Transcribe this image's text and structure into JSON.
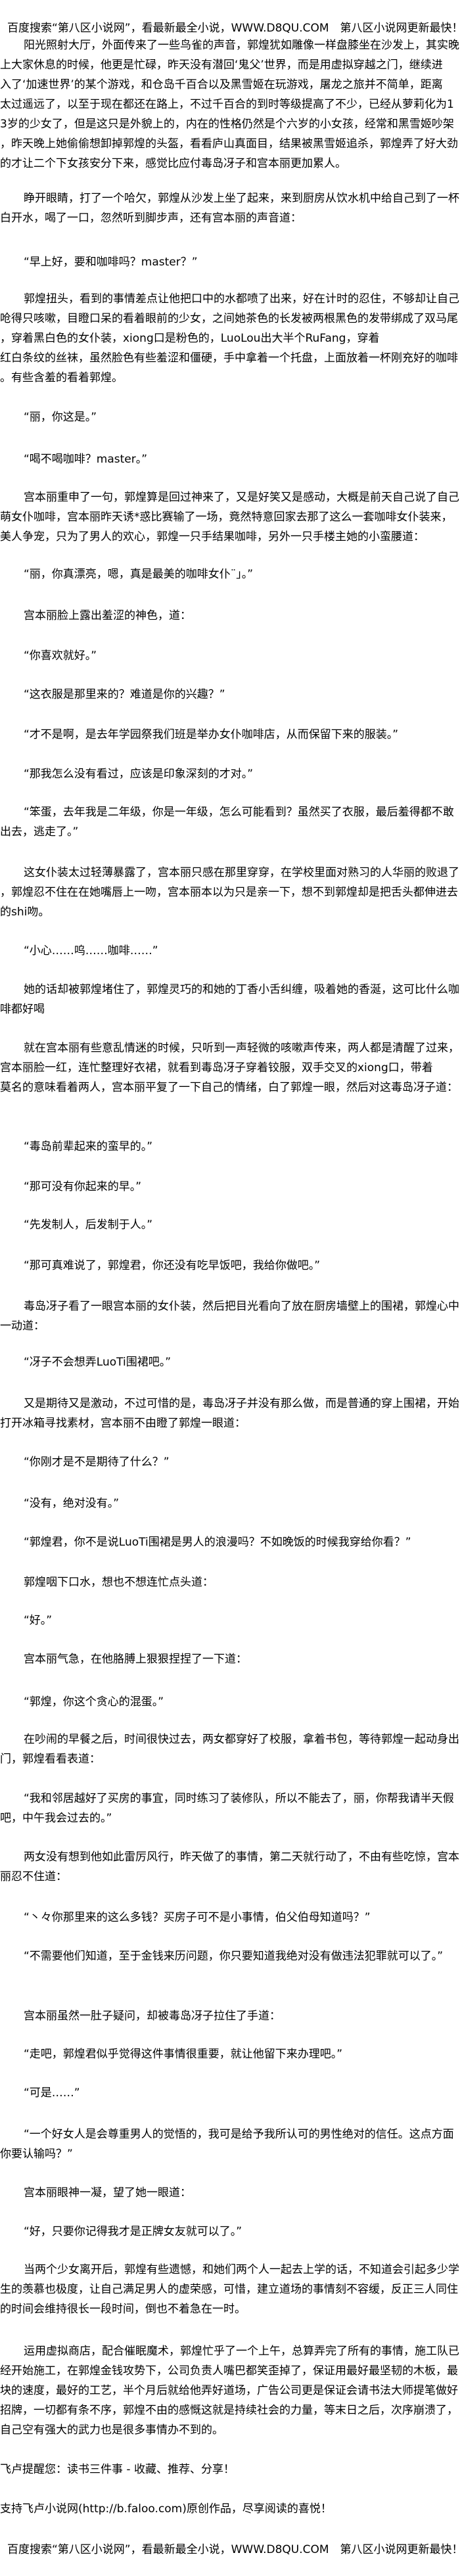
{
  "header_notice": "百度搜索“第八区小说网”，看最新最全小说，WWW.D8QU.COM　第八区小说网更新最快！",
  "paragraphs": [
    {
      "lines": [
        "阳光照射大厅，外面传来了一些鸟雀的声音，郭煌犹如雕像一样盘膝坐在沙发上，其实晚",
        "上大家休息的时候，他更是忙碌，昨天没有潜回‘鬼父’世界，而是用虚拟穿越之门，继续进",
        "入了‘加速世界’的某个游戏，和仓岛千百合以及黑雪姬在玩游戏，屠龙之旅并不简单，距离",
        "太过遥远了，以至于现在都还在路上，不过千百合的到时等级提高了不少，已经从萝莉化为1",
        "3岁的少女了，但是这只是外貌上的，内在的性格仍然是个六岁的小女孩，经常和黑雪姬吵架",
        "，昨天晚上她偷偷想卸掉郭煌的头盔，看看庐山真面目，结果被黑雪姬追杀，郭煌弄了好大劲",
        "的才让二个下女孩安分下来，感觉比应付毒岛冴子和宫本丽更加累人。"
      ]
    },
    {
      "lines": [
        "睁开眼睛，打了一个哈欠，郭煌从沙发上坐了起来，来到厨房从饮水机中给自己到了一杯",
        "白开水，喝了一口，忽然听到脚步声，还有宫本丽的声音道："
      ]
    },
    {
      "lines": [
        "“早上好，要和咖啡吗？master？”"
      ]
    },
    {
      "lines": [
        "郭煌扭头，看到的事情差点让他把口中的水都喷了出来，好在计时的忍住，不够却让自己",
        "呛得只咳嗽，目瞪口呆的看着眼前的少女，之间她茶色的长发被两根黑色的发带绑成了双马尾",
        "，穿着黑白色的女仆装，xiong口是粉色的，LuoLou出大半个RuFang，穿着",
        "红白条纹的丝袜，虽然脸色有些羞涩和僵硬，手中拿着一个托盘，上面放着一杯刚充好的咖啡",
        "。有些含羞的看着郭煌。"
      ]
    },
    {
      "lines": [
        "“丽，你这是。”"
      ]
    },
    {
      "lines": [
        "“喝不喝咖啡？master。”"
      ]
    },
    {
      "lines": [
        "宫本丽重申了一句，郭煌算是回过神来了，又是好笑又是感动，大概是前天自己说了自己",
        "萌女仆咖啡，宫本丽昨天诱*惑比赛输了一场，竟然特意回家去那了这么一套咖啡女仆装来，",
        "美人争宠，只为了男人的欢心，郭煌一只手结果咖啡，另外一只手楼主她的小蛮腰道："
      ]
    },
    {
      "lines": [
        "“丽，你真漂亮，嗯，真是最美的咖啡女仆¨｣。”"
      ]
    },
    {
      "lines": [
        "宫本丽脸上露出羞涩的神色，道："
      ]
    },
    {
      "lines": [
        "“你喜欢就好。”"
      ]
    },
    {
      "lines": [
        "“这衣服是那里来的？难道是你的兴趣？”"
      ]
    },
    {
      "lines": [
        "“才不是啊，是去年学园祭我们班是举办女仆咖啡店，从而保留下来的服装。”"
      ]
    },
    {
      "lines": [
        "“那我怎么没有看过，应该是印象深刻的才对。”"
      ]
    },
    {
      "lines": [
        "“笨蛋，去年我是二年级，你是一年级，怎么可能看到？虽然买了衣服，最后羞得都不敢",
        "出去，逃走了。”"
      ]
    },
    {
      "lines": [
        "这女仆装太过轻薄暴露了，宫本丽只感在那里穿穿，在学校里面对熟习的人华丽的败退了",
        "，郭煌忍不住在在她嘴唇上一吻，宫本丽本以为只是亲一下，想不到郭煌却是把舌头都伸进去",
        "的shi吻。"
      ]
    },
    {
      "lines": [
        "“小心……呜……咖啡……”"
      ]
    },
    {
      "lines": [
        "她的话却被郭煌堵住了，郭煌灵巧的和她的丁香小舌纠缠，吸着她的香涎，这可比什么咖",
        "啡都好喝"
      ]
    },
    {
      "lines": [
        "就在宫本丽有些意乱情迷的时候，只听到一声轻微的咳嗽声传来，两人都是清醒了过来，",
        "宫本丽脸一红，连忙整理好衣裙，就看到毒岛冴子穿着铰服，双手交叉的xiong口，带着",
        "莫名的意味看着两人，宫本丽平复了一下自己的情绪，白了郭煌一眼，然后对这毒岛冴子道："
      ]
    },
    {
      "lines": [
        "“毒岛前辈起来的蛮早的。”"
      ]
    },
    {
      "lines": [
        "“那可没有你起来的早。”"
      ]
    },
    {
      "lines": [
        "“先发制人，后发制于人。”"
      ]
    },
    {
      "lines": [
        "“那可真难说了，郭煌君，你还没有吃早饭吧，我给你做吧。”"
      ]
    },
    {
      "lines": [
        "毒岛冴子看了一眼宫本丽的女仆装，然后把目光看向了放在厨房墙壁上的围裙，郭煌心中",
        "一动道："
      ]
    },
    {
      "lines": [
        "“冴子不会想弄LuoTi围裙吧。”"
      ]
    },
    {
      "lines": [
        "又是期待又是激动，不过可惜的是，毒岛冴子并没有那么做，而是普通的穿上围裙，开始",
        "打开冰箱寻找素材，宫本丽不由瞪了郭煌一眼道："
      ]
    },
    {
      "lines": [
        "“你刚才是不是期待了什么？”"
      ]
    },
    {
      "lines": [
        "“没有，绝对没有。”"
      ]
    },
    {
      "lines": [
        "“郭煌君，你不是说LuoTi围裙是男人的浪漫吗？不如晚饭的时候我穿给你看？”"
      ]
    },
    {
      "lines": [
        "郭煌咽下口水，想也不想连忙点头道："
      ]
    },
    {
      "lines": [
        "“好。”"
      ]
    },
    {
      "lines": [
        "宫本丽气急，在他胳膊上狠狠捏捏了一下道："
      ]
    },
    {
      "lines": [
        "“郭煌，你这个贪心的混蛋。”"
      ]
    },
    {
      "lines": [
        "在吵闹的早餐之后，时间很快过去，两女都穿好了校服，拿着书包，等待郭煌一起动身出",
        "门，郭煌看看表道："
      ]
    },
    {
      "lines": [
        "“我和邻居越好了买房的事宜，同时练习了装修队，所以不能去了，丽，你帮我请半天假",
        "吧，中午我会过去的。”"
      ]
    },
    {
      "lines": [
        "两女没有想到他如此雷厉风行，昨天做了的事情，第二天就行动了，不由有些吃惊，宫本",
        "丽忍不住道："
      ]
    },
    {
      "lines": [
        "“丶々你那里来的这么多钱？买房子可不是小事情，伯父伯母知道吗？”"
      ]
    },
    {
      "lines": [
        "“不需要他们知道，至于金钱来历问题，你只要知道我绝对没有做违法犯罪就可以了。”"
      ]
    },
    {
      "lines": [
        "宫本丽虽然一肚子疑问，却被毒岛冴子拉住了手道："
      ]
    },
    {
      "lines": [
        "“走吧，郭煌君似乎觉得这件事情很重要，就让他留下来办理吧。”"
      ]
    },
    {
      "lines": [
        "“可是……”"
      ]
    },
    {
      "lines": [
        "“一个好女人是会尊重男人的觉悟的，我可是给予我所认可的男性绝对的信任。这点方面",
        "你要认输吗？”"
      ]
    },
    {
      "lines": [
        "宫本丽眼神一凝，望了她一眼道："
      ]
    },
    {
      "lines": [
        "“好，只要你记得我才是正牌女友就可以了。”"
      ]
    },
    {
      "lines": [
        "当两个少女离开后，郭煌有些遗憾，和她们两个人一起去上学的话，不知道会引起多少学",
        "生的羡慕也极度，让自己满足男人的虚荣感，可惜，建立道场的事情刻不容缓，反正三人同住",
        "的时间会维持很长一段时间，倒也不着急在一时。"
      ]
    },
    {
      "lines": [
        "运用虚拟商店，配合催眠魔术，郭煌忙乎了一个上午，总算弄完了所有的事情，施工队已",
        "经开始施工，在郭煌金钱攻势下，公司负责人嘴巴都笑歪掉了，保证用最好最坚韧的木板，最",
        "块的速度，最好的工艺，半个月后就给他弄好道场，广告公司更是保证会请书法大师提笔做好",
        "招牌，一切都有条不序，郭煌不由的感慨这就是持续社会的力量，等末日之后，次序崩溃了，",
        "自己空有强大的武力也是很多事情办不到的。"
      ]
    }
  ],
  "footer": {
    "reminder": "飞卢提醒您：读书三件事 - 收藏、推荐、分享！",
    "support": "支持飞卢小说网(http://b.faloo.com)原创作品，尽享阅读的喜悦！",
    "notice": "百度搜索“第八区小说网”，看最新最全小说，WWW.D8QU.COM　第八区小说网更新最快！"
  }
}
